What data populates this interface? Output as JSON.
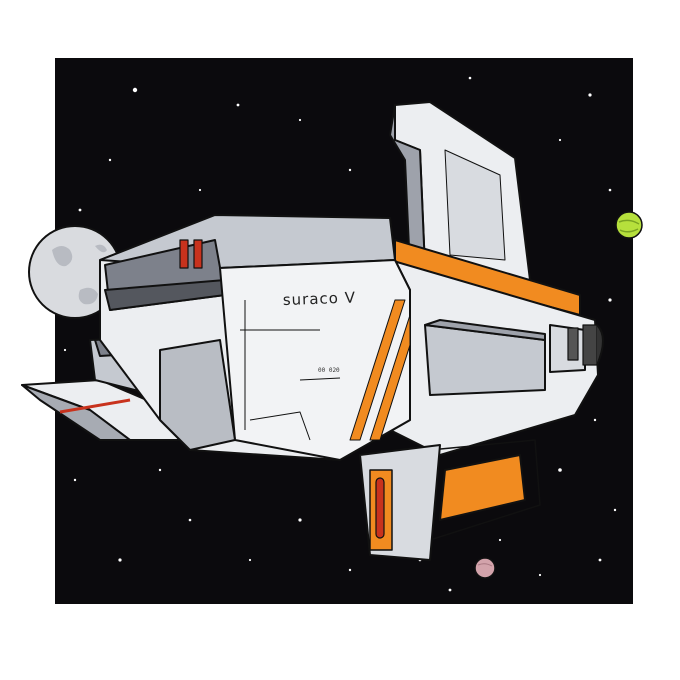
{
  "artwork": {
    "ship_name_marking": "suraco V",
    "hull_code_marking": "00 020"
  },
  "colors": {
    "space": "#0b0a0d",
    "hull_light": "#eceef1",
    "hull_mid": "#c5c9d0",
    "hull_dark": "#7d818b",
    "accent_orange": "#f18b20",
    "accent_red": "#c8321d",
    "planet_green": "#b6e03c",
    "planet_pink": "#d3a3ab",
    "moon_grey": "#d9dbdf"
  },
  "icons": [
    "star-field",
    "moon",
    "green-planet",
    "pink-planet",
    "spaceship"
  ]
}
